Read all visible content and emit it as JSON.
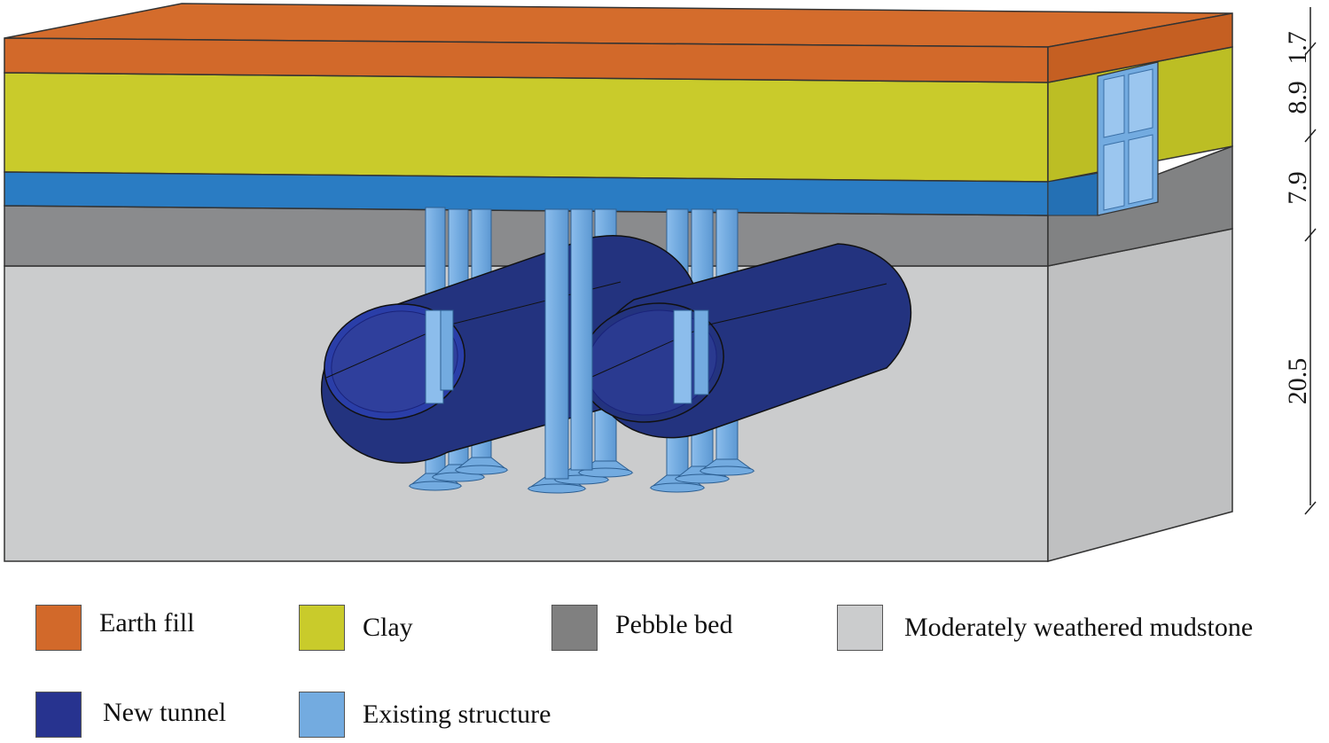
{
  "colors": {
    "earth_fill": "#d2692a",
    "clay": "#c9cb2b",
    "pebble_bed": "#8a8b8d",
    "mudstone": "#cbcccd",
    "new_tunnel": "#23337f",
    "existing_structure": "#73abe0",
    "raft_blue": "#2a7cc3"
  },
  "dimensions": [
    {
      "label": "1.7"
    },
    {
      "label": "8.9"
    },
    {
      "label": "7.9"
    },
    {
      "label": "20.5"
    }
  ],
  "legend": [
    {
      "label": "Earth fill",
      "color": "#d2692a"
    },
    {
      "label": "Clay",
      "color": "#c9cb2b"
    },
    {
      "label": "Pebble bed",
      "color": "#808080"
    },
    {
      "label": "Moderately weathered mudstone",
      "color": "#cbcccd"
    },
    {
      "label": "New tunnel",
      "color": "#27338f"
    },
    {
      "label": "Existing structure",
      "color": "#73abe0"
    }
  ]
}
